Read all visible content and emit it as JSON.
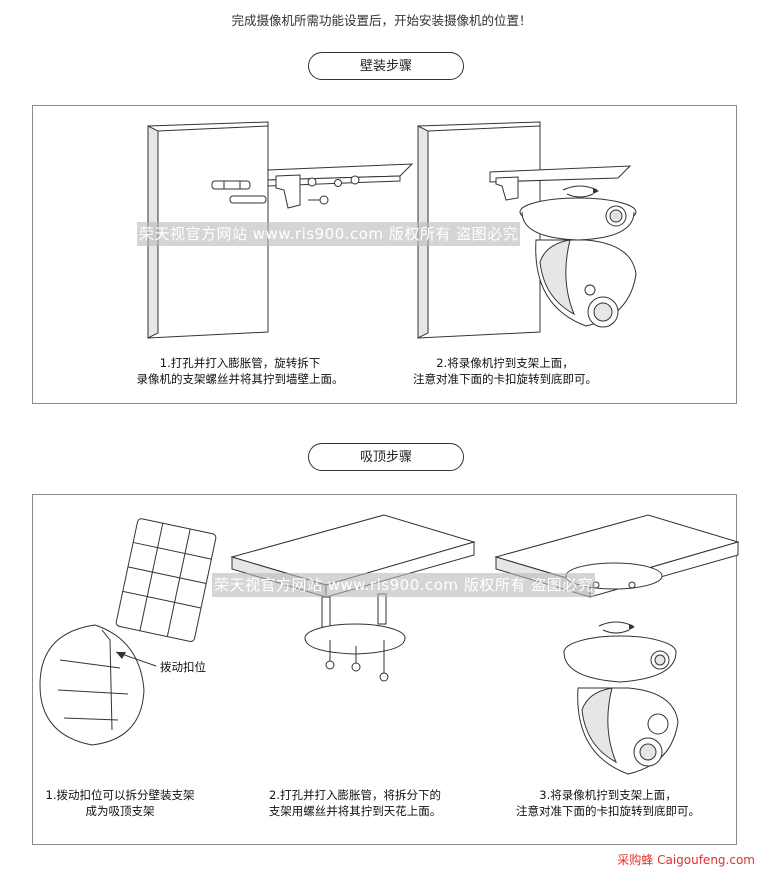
{
  "intro": "完成摄像机所需功能设置后，开始安装摄像机的位置！",
  "sections": {
    "wall": {
      "title": "壁装步骤",
      "step1": {
        "line1": "1.打孔并打入膨胀管，旋转拆下",
        "line2": "录像机的支架螺丝并将其拧到墙壁上面。"
      },
      "step2": {
        "line1": "2.将录像机拧到支架上面，",
        "line2": "注意对准下面的卡扣旋转到底即可。"
      }
    },
    "ceiling": {
      "title": "吸顶步骤",
      "step1": {
        "line1": "1.拨动扣位可以拆分壁装支架",
        "line2": "成为吸顶支架"
      },
      "step2": {
        "line1": "2.打孔并打入膨胀管，将拆分下的",
        "line2": "支架用螺丝并将其拧到天花上面。"
      },
      "step3": {
        "line1": "3.将录像机拧到支架上面，",
        "line2": "注意对准下面的卡扣旋转到底即可。"
      },
      "callout": "拨动扣位"
    }
  },
  "watermark": "荣天视官方网站 www.ris900.com 版权所有 盗图必究",
  "footer": "采购蜂 Caigoufeng.com"
}
